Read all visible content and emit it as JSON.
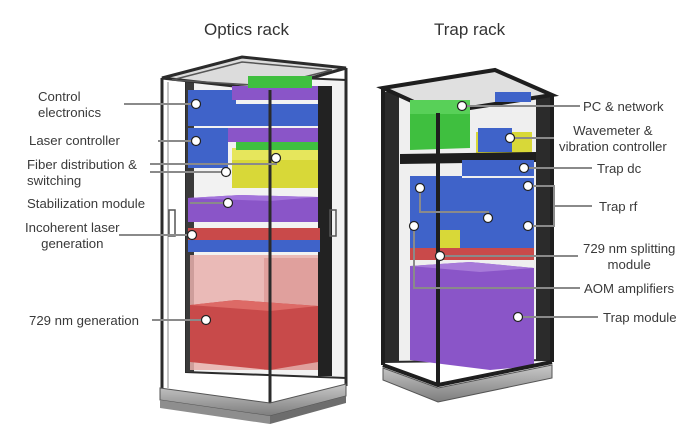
{
  "titles": {
    "optics": "Optics rack",
    "trap": "Trap rack"
  },
  "optics_labels": {
    "control_electronics": "Control\nelectronics",
    "laser_controller": "Laser controller",
    "fiber_distribution": "Fiber distribution &\nswitching",
    "stabilization_module": "Stabilization module",
    "incoherent_laser": "Incoherent laser\ngeneration",
    "generation_729": "729 nm generation"
  },
  "trap_labels": {
    "pc_network": "PC & network",
    "wavemeter": "Wavemeter &\nvibration controller",
    "trap_dc": "Trap dc",
    "trap_rf": "Trap rf",
    "splitting_729": "729 nm splitting\nmodule",
    "aom_amplifiers": "AOM amplifiers",
    "trap_module": "Trap module"
  },
  "colors": {
    "frame": "#2b2b2b",
    "blue": "#3f63c9",
    "green": "#3fbf3f",
    "yellow": "#d8d838",
    "purple": "#8a55c8",
    "red": "#c94a4a",
    "pink": "#e8a8a8",
    "base": "#9a9a9a",
    "leader": "#8a8a8a"
  }
}
